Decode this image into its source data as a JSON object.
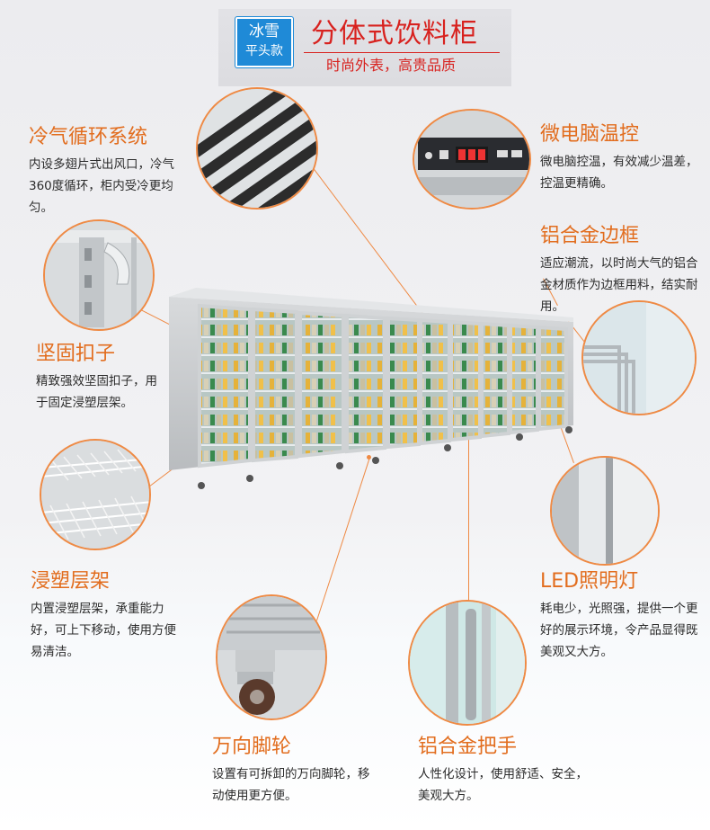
{
  "header": {
    "badge_line1": "冰雪",
    "badge_line2": "平头款",
    "title": "分体式饮料柜",
    "subtitle": "时尚外表，高贵品质"
  },
  "features": {
    "cooling": {
      "title": "冷气循环系统",
      "desc": "内设多翅片式出风口，冷气360度循环，柜内受冷更均匀。"
    },
    "clip": {
      "title": "坚固扣子",
      "desc": "精致强效坚固扣子，用于固定浸塑层架。"
    },
    "shelf": {
      "title": "浸塑层架",
      "desc": "内置浸塑层架，承重能力好，可上下移动，使用方便易清洁。"
    },
    "caster": {
      "title": "万向脚轮",
      "desc": "设置有可拆卸的万向脚轮，移动使用更方便。"
    },
    "handle": {
      "title": "铝合金把手",
      "desc": "人性化设计，使用舒适、安全，美观大方。"
    },
    "led": {
      "title": "LED照明灯",
      "desc": "耗电少，光照强，提供一个更好的展示环境，令产品显得既美观又大方。"
    },
    "frame": {
      "title": "铝合金边框",
      "desc": "适应潮流，以时尚大气的铝合金材质作为边框用料，结实耐用。"
    },
    "thermo": {
      "title": "微电脑温控",
      "desc": "微电脑控温，有效减少温差，控温更精确。"
    }
  },
  "colors": {
    "accent": "#e26d1e",
    "title_red": "#d8221f",
    "badge_blue": "#1f8ad7"
  },
  "icons": [
    "vent-grille-image",
    "clip-image",
    "wire-shelf-image",
    "caster-wheel-image",
    "door-handle-image",
    "led-strip-image",
    "aluminum-frame-image",
    "thermostat-panel-image"
  ]
}
